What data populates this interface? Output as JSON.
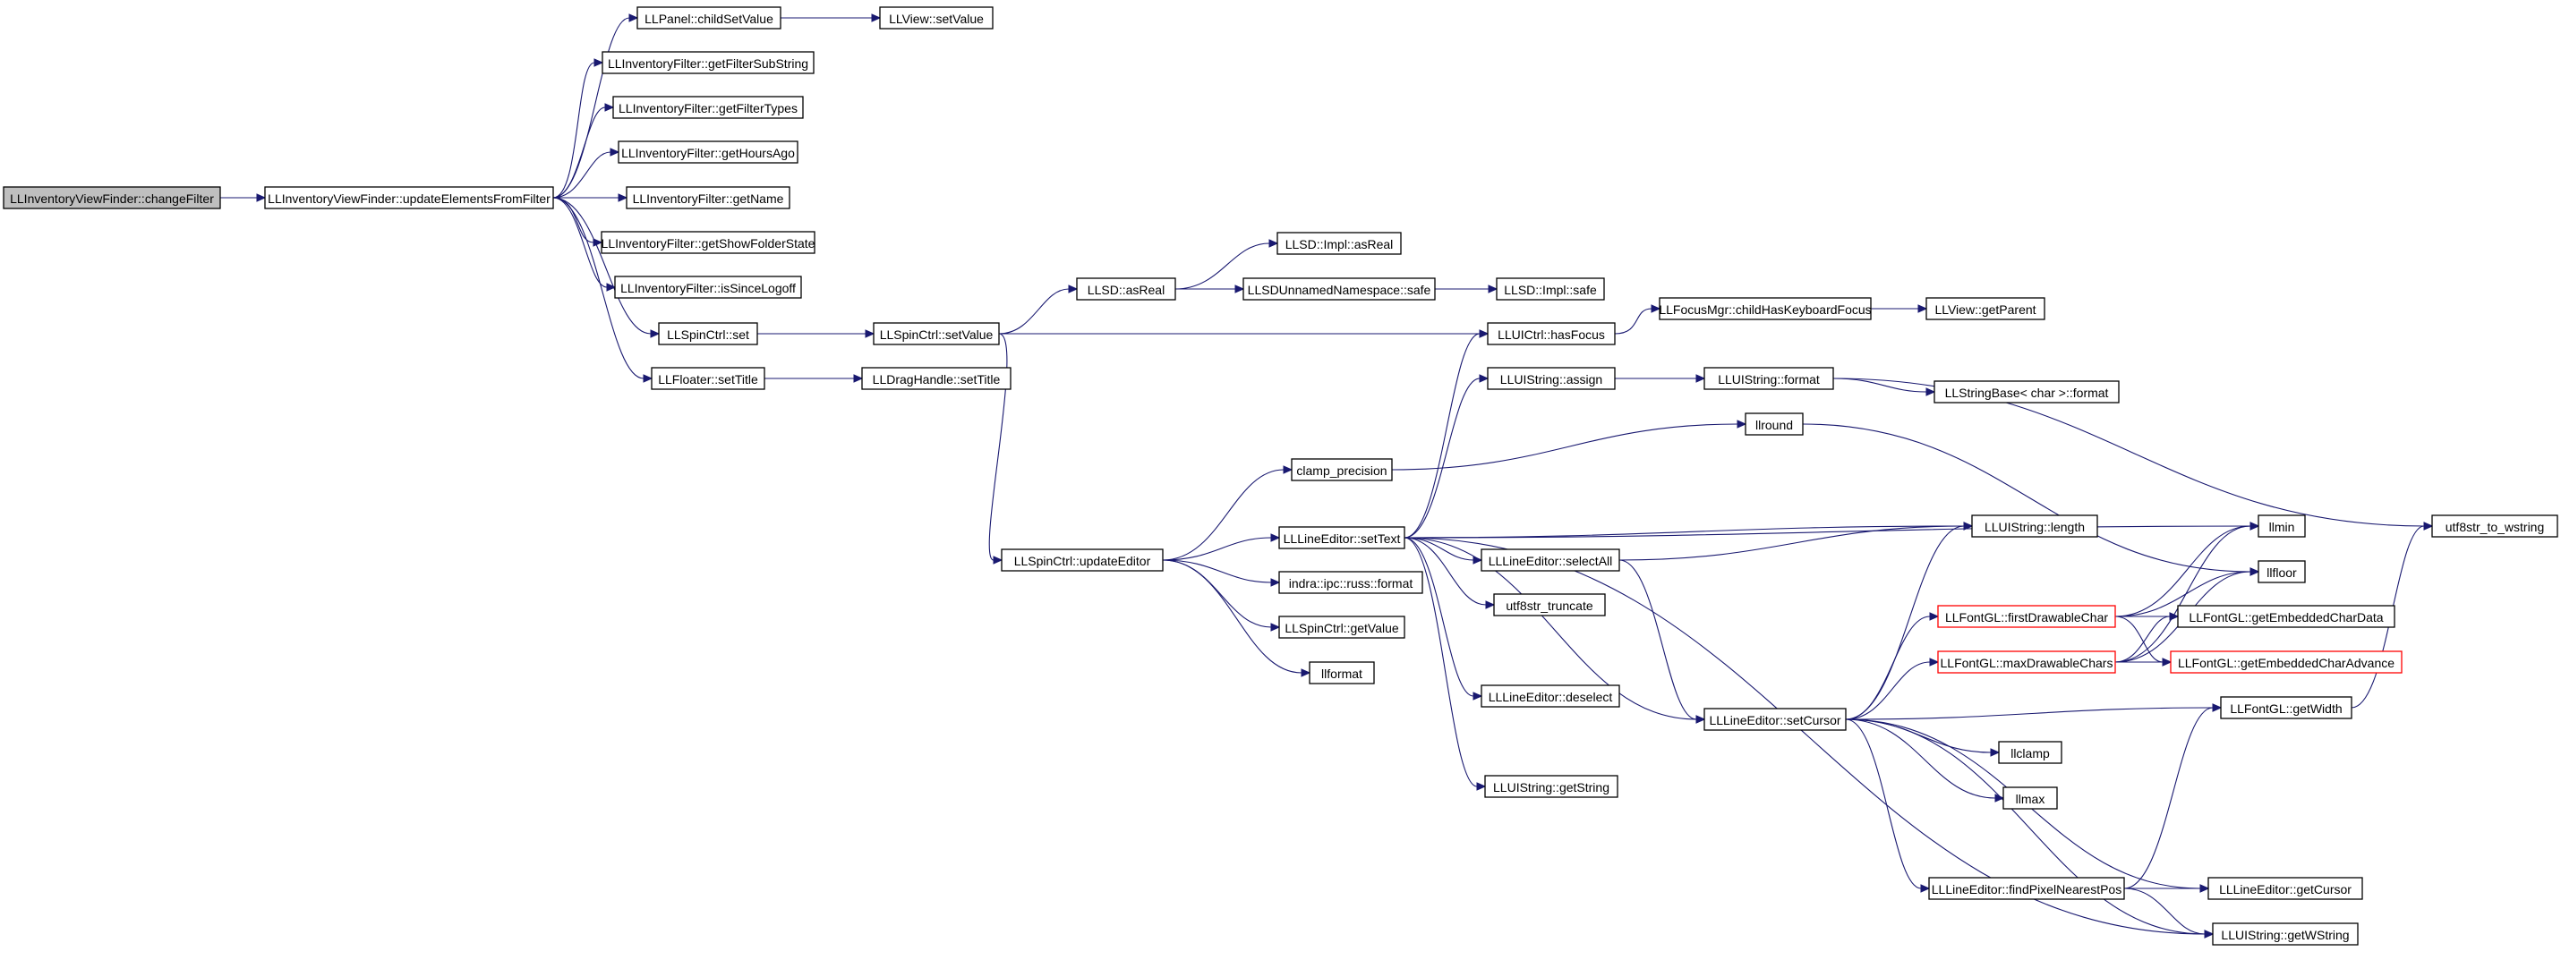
{
  "colors": {
    "edge": "#191970",
    "node_border": "#000000",
    "node_border_truncated": "#ff0000",
    "node_fill": "#ffffff",
    "root_fill": "#bfbfbf",
    "background": "#ffffff"
  },
  "nodes": [
    {
      "id": "changeFilter",
      "label": "LLInventoryViewFinder::changeFilter",
      "root": true
    },
    {
      "id": "updateElementsFromFilter",
      "label": "LLInventoryViewFinder::updateElementsFromFilter"
    },
    {
      "id": "childSetValue",
      "label": "LLPanel::childSetValue"
    },
    {
      "id": "viewSetValue",
      "label": "LLView::setValue"
    },
    {
      "id": "getFilterSubString",
      "label": "LLInventoryFilter::getFilterSubString"
    },
    {
      "id": "getFilterTypes",
      "label": "LLInventoryFilter::getFilterTypes"
    },
    {
      "id": "getHoursAgo",
      "label": "LLInventoryFilter::getHoursAgo"
    },
    {
      "id": "getName",
      "label": "LLInventoryFilter::getName"
    },
    {
      "id": "getShowFolderState",
      "label": "LLInventoryFilter::getShowFolderState"
    },
    {
      "id": "isSinceLogoff",
      "label": "LLInventoryFilter::isSinceLogoff"
    },
    {
      "id": "spinSet",
      "label": "LLSpinCtrl::set"
    },
    {
      "id": "spinSetValue",
      "label": "LLSpinCtrl::setValue"
    },
    {
      "id": "floaterSetTitle",
      "label": "LLFloater::setTitle"
    },
    {
      "id": "dragSetTitle",
      "label": "LLDragHandle::setTitle"
    },
    {
      "id": "asReal",
      "label": "LLSD::asReal"
    },
    {
      "id": "implAsReal",
      "label": "LLSD::Impl::asReal"
    },
    {
      "id": "nsSafe",
      "label": "LLSDUnnamedNamespace::safe"
    },
    {
      "id": "implSafe",
      "label": "LLSD::Impl::safe"
    },
    {
      "id": "hasFocus",
      "label": "LLUICtrl::hasFocus"
    },
    {
      "id": "childHasKeyboardFocus",
      "label": "LLFocusMgr::childHasKeyboardFocus"
    },
    {
      "id": "getParent",
      "label": "LLView::getParent"
    },
    {
      "id": "uiAssign",
      "label": "LLUIString::assign"
    },
    {
      "id": "uiFormat",
      "label": "LLUIString::format"
    },
    {
      "id": "sbFormat",
      "label": "LLStringBase< char >::format"
    },
    {
      "id": "utf8ToW",
      "label": "utf8str_to_wstring"
    },
    {
      "id": "llround",
      "label": "llround"
    },
    {
      "id": "clampPrecision",
      "label": "clamp_precision"
    },
    {
      "id": "updateEditor",
      "label": "LLSpinCtrl::updateEditor"
    },
    {
      "id": "leSetText",
      "label": "LLLineEditor::setText"
    },
    {
      "id": "uiLength",
      "label": "LLUIString::length"
    },
    {
      "id": "llmin",
      "label": "llmin"
    },
    {
      "id": "leSelectAll",
      "label": "LLLineEditor::selectAll"
    },
    {
      "id": "llfloor",
      "label": "llfloor"
    },
    {
      "id": "russFormat",
      "label": "indra::ipc::russ::format"
    },
    {
      "id": "utf8Truncate",
      "label": "utf8str_truncate"
    },
    {
      "id": "spinGetValue",
      "label": "LLSpinCtrl::getValue"
    },
    {
      "id": "llformat",
      "label": "llformat"
    },
    {
      "id": "firstDrawableChar",
      "label": "LLFontGL::firstDrawableChar",
      "truncated": true
    },
    {
      "id": "getEmbeddedCharData",
      "label": "LLFontGL::getEmbeddedCharData"
    },
    {
      "id": "maxDrawableChars",
      "label": "LLFontGL::maxDrawableChars",
      "truncated": true
    },
    {
      "id": "getEmbeddedCharAdvance",
      "label": "LLFontGL::getEmbeddedCharAdvance",
      "truncated": true
    },
    {
      "id": "leDeselect",
      "label": "LLLineEditor::deselect"
    },
    {
      "id": "leSetCursor",
      "label": "LLLineEditor::setCursor"
    },
    {
      "id": "fontGetWidth",
      "label": "LLFontGL::getWidth"
    },
    {
      "id": "llclamp",
      "label": "llclamp"
    },
    {
      "id": "llmax",
      "label": "llmax"
    },
    {
      "id": "uiGetString",
      "label": "LLUIString::getString"
    },
    {
      "id": "findPixelNearestPos",
      "label": "LLLineEditor::findPixelNearestPos"
    },
    {
      "id": "leGetCursor",
      "label": "LLLineEditor::getCursor"
    },
    {
      "id": "getWString",
      "label": "LLUIString::getWString"
    }
  ],
  "edges": [
    [
      "changeFilter",
      "updateElementsFromFilter"
    ],
    [
      "updateElementsFromFilter",
      "childSetValue"
    ],
    [
      "updateElementsFromFilter",
      "getFilterSubString"
    ],
    [
      "updateElementsFromFilter",
      "getFilterTypes"
    ],
    [
      "updateElementsFromFilter",
      "getHoursAgo"
    ],
    [
      "updateElementsFromFilter",
      "getName"
    ],
    [
      "updateElementsFromFilter",
      "getShowFolderState"
    ],
    [
      "updateElementsFromFilter",
      "isSinceLogoff"
    ],
    [
      "updateElementsFromFilter",
      "spinSet"
    ],
    [
      "updateElementsFromFilter",
      "floaterSetTitle"
    ],
    [
      "childSetValue",
      "viewSetValue"
    ],
    [
      "spinSet",
      "spinSetValue"
    ],
    [
      "floaterSetTitle",
      "dragSetTitle"
    ],
    [
      "spinSetValue",
      "asReal"
    ],
    [
      "spinSetValue",
      "hasFocus"
    ],
    [
      "spinSetValue",
      "updateEditor"
    ],
    [
      "asReal",
      "implAsReal"
    ],
    [
      "asReal",
      "nsSafe"
    ],
    [
      "nsSafe",
      "implSafe"
    ],
    [
      "hasFocus",
      "childHasKeyboardFocus"
    ],
    [
      "childHasKeyboardFocus",
      "getParent"
    ],
    [
      "uiAssign",
      "uiFormat"
    ],
    [
      "uiFormat",
      "sbFormat"
    ],
    [
      "uiFormat",
      "utf8ToW"
    ],
    [
      "llround",
      "llfloor"
    ],
    [
      "clampPrecision",
      "llround"
    ],
    [
      "updateEditor",
      "clampPrecision"
    ],
    [
      "updateEditor",
      "leSetText"
    ],
    [
      "updateEditor",
      "russFormat"
    ],
    [
      "updateEditor",
      "spinGetValue"
    ],
    [
      "updateEditor",
      "llformat"
    ],
    [
      "leSetText",
      "hasFocus"
    ],
    [
      "leSetText",
      "uiAssign"
    ],
    [
      "leSetText",
      "llmin"
    ],
    [
      "leSetText",
      "uiLength"
    ],
    [
      "leSetText",
      "leSelectAll"
    ],
    [
      "leSetText",
      "utf8Truncate"
    ],
    [
      "leSetText",
      "leDeselect"
    ],
    [
      "leSetText",
      "leSetCursor"
    ],
    [
      "leSetText",
      "uiGetString"
    ],
    [
      "leSetText",
      "getWString"
    ],
    [
      "leSelectAll",
      "uiLength"
    ],
    [
      "leSelectAll",
      "leSetCursor"
    ],
    [
      "leSetCursor",
      "uiLength"
    ],
    [
      "leSetCursor",
      "firstDrawableChar"
    ],
    [
      "leSetCursor",
      "maxDrawableChars"
    ],
    [
      "leSetCursor",
      "fontGetWidth"
    ],
    [
      "leSetCursor",
      "llclamp"
    ],
    [
      "leSetCursor",
      "llmax"
    ],
    [
      "leSetCursor",
      "findPixelNearestPos"
    ],
    [
      "leSetCursor",
      "leGetCursor"
    ],
    [
      "leSetCursor",
      "getWString"
    ],
    [
      "firstDrawableChar",
      "llmin"
    ],
    [
      "firstDrawableChar",
      "llfloor"
    ],
    [
      "firstDrawableChar",
      "getEmbeddedCharData"
    ],
    [
      "firstDrawableChar",
      "getEmbeddedCharAdvance"
    ],
    [
      "maxDrawableChars",
      "llmin"
    ],
    [
      "maxDrawableChars",
      "llfloor"
    ],
    [
      "maxDrawableChars",
      "getEmbeddedCharData"
    ],
    [
      "maxDrawableChars",
      "getEmbeddedCharAdvance"
    ],
    [
      "fontGetWidth",
      "utf8ToW"
    ],
    [
      "findPixelNearestPos",
      "fontGetWidth"
    ],
    [
      "findPixelNearestPos",
      "leGetCursor"
    ],
    [
      "findPixelNearestPos",
      "getWString"
    ]
  ]
}
